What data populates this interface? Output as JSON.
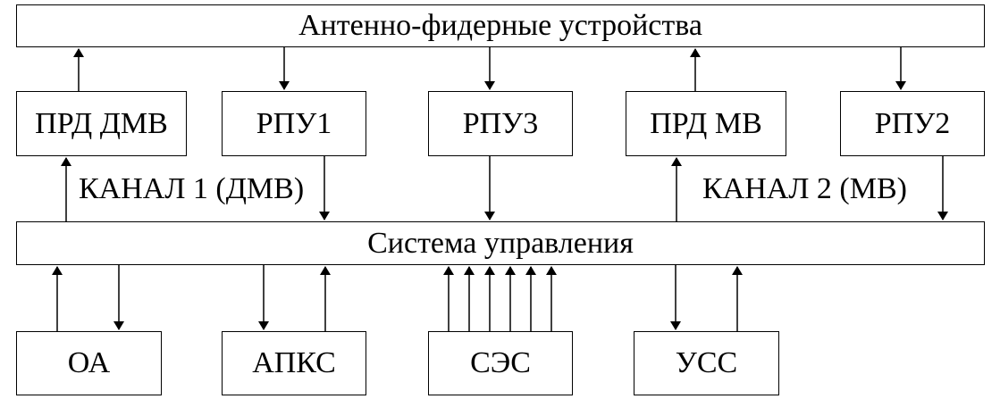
{
  "title_bar": "Антенно-фидерные устройства",
  "control_bar": "Система управления",
  "channel1_label": "КАНАЛ 1 (ДМВ)",
  "channel2_label": "КАНАЛ 2 (МВ)",
  "top_blocks": [
    "ПРД ДМВ",
    "РПУ1",
    "РПУ3",
    "ПРД МВ",
    "РПУ2"
  ],
  "bottom_blocks": [
    "ОА",
    "АПКС",
    "СЭС",
    "УСС"
  ]
}
